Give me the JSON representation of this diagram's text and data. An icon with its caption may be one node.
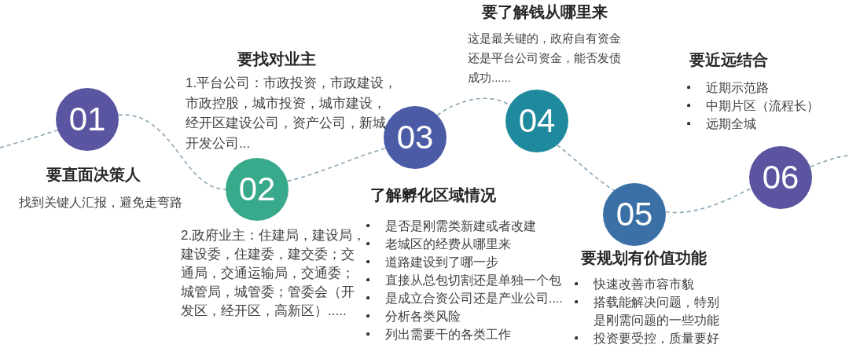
{
  "diagram": {
    "nodes": [
      {
        "text": [
          "01"
        ],
        "beside": [
          "要直面决策人",
          "找到关键人汇报，避免走弯路"
        ]
      },
      {
        "text": [
          "02"
        ],
        "beside": [
          "要找对业主",
          "1.平台公司：市政投资，市政建设，市政控股，城市投资，城市建设，经开区建设公司，资产公司，新城开发公司...",
          "2.政府业主：住建局，建设局，建设委，住建委，建交委；交通局，交通运输局，交通委；城管局，城管委；管委会（开发区，经开区，高新区）....."
        ]
      },
      {
        "text": [
          "03"
        ],
        "beside": [
          "了解孵化区域情况",
          "是否是刚需类新建或者改建",
          "老城区的经费从哪里来",
          "道路建设到了哪一步",
          "直接从总包切割还是单独一个包",
          "是成立合资公司还是产业公司....",
          "分析各类风险",
          "列出需要干的各类工作"
        ]
      },
      {
        "text": [
          "04"
        ],
        "beside": [
          "要了解钱从哪里来",
          "这是最关键的，政府自有资金还是平台公司资金，能否发债成功......"
        ]
      },
      {
        "text": [
          "05"
        ],
        "beside": [
          "要规划有价值功能",
          "快速改善市容市貌",
          "搭载能解决问题，特别是刚需问题的一些功能",
          "投资要受控，质量要好"
        ]
      },
      {
        "text": [
          "06"
        ],
        "beside": [
          "要近远结合",
          "近期示范路",
          "中期片区（流程长）",
          "远期全城"
        ]
      }
    ],
    "edges": [
      {
        "from": null,
        "to": 0,
        "arrow": "none",
        "style": "dashed"
      },
      {
        "from": 0,
        "to": 1,
        "arrow": "none",
        "style": "dashed"
      },
      {
        "from": 1,
        "to": 2,
        "arrow": "none",
        "style": "dashed"
      },
      {
        "from": 2,
        "to": 3,
        "arrow": "none",
        "style": "dashed"
      },
      {
        "from": 3,
        "to": 4,
        "arrow": "none",
        "style": "dashed"
      },
      {
        "from": 4,
        "to": 5,
        "arrow": "none",
        "style": "dashed"
      },
      {
        "from": 5,
        "to": null,
        "arrow": "none",
        "style": "dashed"
      }
    ]
  }
}
